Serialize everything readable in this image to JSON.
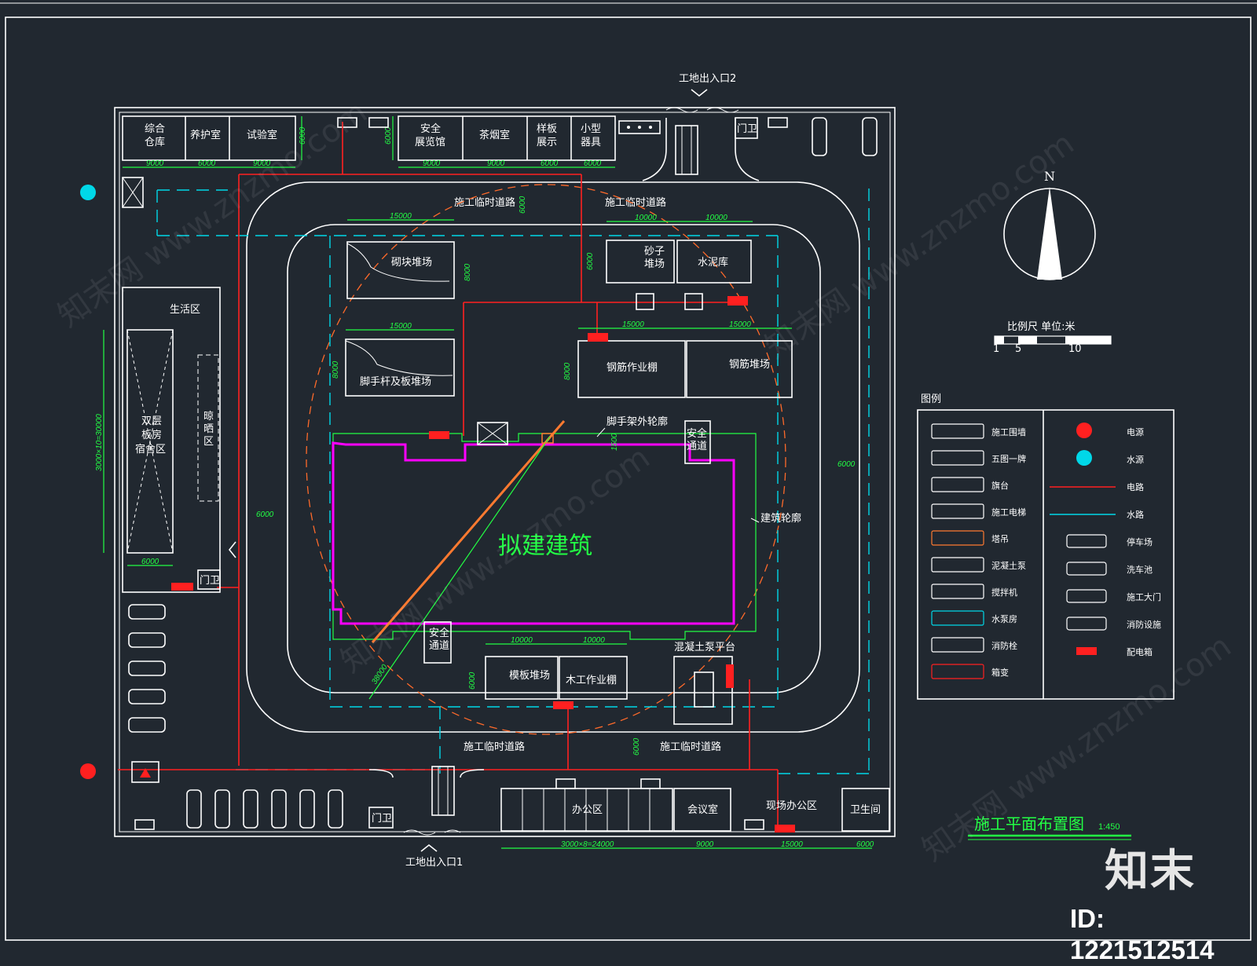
{
  "watermark": {
    "brand": "知末",
    "image_id": "ID: 1221512514",
    "site": "知末网 www.znzmo.com"
  },
  "plan": {
    "entrance_top": "工地出入口2",
    "entrance_bottom": "工地出入口1",
    "building": "拟建建筑",
    "scaffold_label": "脚手架外轮廓",
    "building_outline_label": "建筑轮廓",
    "safety_top": [
      "安全",
      "通道"
    ],
    "safety_bottom": [
      "安全",
      "通道"
    ],
    "rooms_top_left": [
      {
        "name": [
          "综合",
          "仓库"
        ],
        "width": "9000"
      },
      {
        "name": [
          "养护室"
        ],
        "width": "6000"
      },
      {
        "name": [
          "试验室"
        ],
        "width": "9000"
      }
    ],
    "rooms_top_mid": [
      {
        "name": [
          "安全",
          "展览馆"
        ],
        "width": "9000"
      },
      {
        "name": [
          "茶烟室"
        ],
        "width": "9000"
      },
      {
        "name": [
          "样板",
          "展示"
        ],
        "width": "6000"
      },
      {
        "name": [
          "小型",
          "器具"
        ],
        "width": "6000"
      }
    ],
    "depth_6000": "6000",
    "guard_top": "门卫",
    "guard_left": "门卫",
    "guard_bottom": "门卫",
    "living_area": "生活区",
    "dorm": [
      "双层",
      "板房",
      "宿舍区"
    ],
    "drying": [
      "晾",
      "晒",
      "区"
    ],
    "dorm_dim": "3000×10=30000",
    "dorm_width": "6000",
    "road_label": "施工临时道路",
    "road_width": "6000",
    "brick_yard": "砌块堆场",
    "sand_yard": [
      "砂子",
      "堆场"
    ],
    "cement": "水泥库",
    "scaffold_yard": "脚手杆及板堆场",
    "rebar_shed": "钢筋作业棚",
    "rebar_yard": "钢筋堆场",
    "formwork_yard": "模板堆场",
    "wood_shed": "木工作业棚",
    "pump_platform": "混凝土泵平台",
    "office": "办公区",
    "meeting": "会议室",
    "site_office": "现场办公区",
    "toilet": "卫生间",
    "dims": {
      "d15000": "15000",
      "d10000": "10000",
      "d8000": "8000",
      "d6000": "6000",
      "d9000": "9000",
      "d1500": "1500",
      "d38000": "38000",
      "office_run": "3000×8=24000"
    },
    "north": "N",
    "scale_label": "比例尺 单位:米",
    "scale_ticks": [
      "1",
      "5",
      "10"
    ],
    "title": "施工平面布置图",
    "title_scale": "1:450"
  },
  "legend": {
    "title": "图例",
    "left": [
      "施工围墙",
      "五图一牌",
      "旗台",
      "施工电梯",
      "塔吊",
      "泥凝土泵",
      "搅拌机",
      "水泵房",
      "消防栓",
      "箱变"
    ],
    "right": [
      "电源",
      "水源",
      "电路",
      "水路",
      "停车场",
      "洗车池",
      "施工大门",
      "消防设施",
      "配电箱"
    ]
  },
  "colors": {
    "background": "#212830",
    "line": "#ffffff",
    "dimension": "#00ff33",
    "electric": "#ff2020",
    "water": "#00d8e8",
    "building": "#ff00ff",
    "crane": "#ff7a30",
    "radius": "#ff6a2a"
  }
}
